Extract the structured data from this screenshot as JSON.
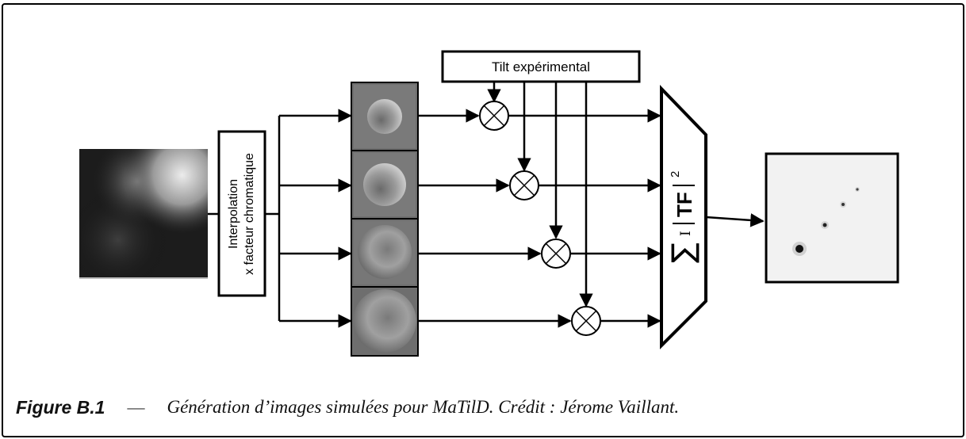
{
  "figure": {
    "label": "Figure B.1",
    "dash": "—",
    "caption": "Génération d’images simulées pour MaTilD. Crédit : Jérome Vaillant."
  },
  "diagram": {
    "interpolation_line1": "Interpolation",
    "interpolation_line2": "x facteur chromatique",
    "tilt_label": "Tilt expérimental",
    "sum_symbol": "∑",
    "sum_index": "I",
    "tf_label": "TF",
    "exponent": "2",
    "colors": {
      "stroke": "#000000",
      "phase_panel": "#6f6f6f",
      "psf_background": "#f2f2f2"
    }
  }
}
